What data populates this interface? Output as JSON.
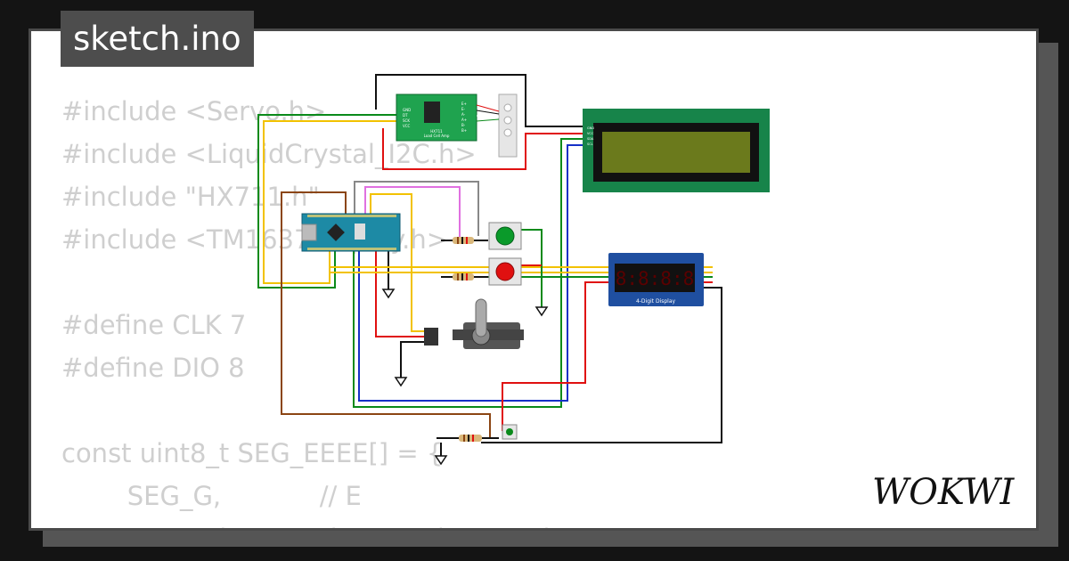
{
  "file_title": "sketch.ino",
  "brand": "WOKWI",
  "code_lines": [
    "#include <Servo.h>",
    "#include <LiquidCrystal_I2C.h>",
    "#include \"HX711.h\"",
    "#include <TM1637Display.h>",
    "",
    "#define CLK 7",
    "#define DIO 8",
    "",
    "const uint8_t SEG_EEEE[] = {",
    "        SEG_G,            // E",
    "        SEG_A | SEG_D | SEG_E | SEG_F | SEG_G,      // E"
  ],
  "components": {
    "hx711_label": "HX711",
    "hx711_sub": "Load Cell Amp",
    "hx711_pins": [
      "GND",
      "DT",
      "SCK",
      "VCC"
    ],
    "hx711_pins_right": [
      "E+",
      "E-",
      "A-",
      "A+",
      "B-",
      "B+"
    ],
    "lcd_pins": [
      "GND",
      "VCC",
      "SDA",
      "SCL"
    ],
    "tm1637_label": "4-Digit Display",
    "tm1637_digits": "8:8:8:8"
  },
  "colors": {
    "background": "#141414",
    "card": "#ffffff",
    "code_text": "#cfcfcf",
    "title_bg": "#4d4d4d",
    "lcd_board": "#17844a",
    "lcd_screen": "#6b7a1c",
    "arduino": "#1d8aa5",
    "hx711": "#1fa34f",
    "tm1637": "#1f4fa0",
    "wire_red": "#e01010",
    "wire_black": "#111111",
    "wire_yellow": "#f2c200",
    "wire_green": "#0a8a1a",
    "wire_blue": "#1530c8",
    "wire_brown": "#8b4513",
    "wire_pink": "#e070e0",
    "wire_gray": "#888888",
    "wire_orange": "#f08020"
  }
}
